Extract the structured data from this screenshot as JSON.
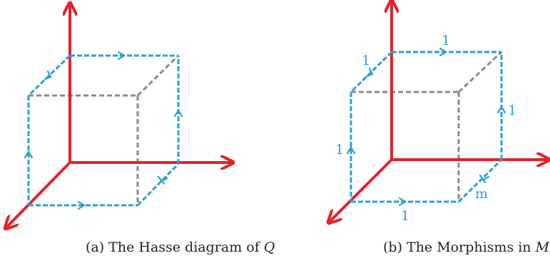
{
  "colors": {
    "axis": "#e5212a",
    "path": "#2b9fd8",
    "hidden_edge": "#8a8a8a",
    "label": "#2aa6d6"
  },
  "panels": [
    {
      "caption_prefix": "(a) The Hasse diagram of ",
      "caption_symbol": "Q",
      "edge_labels": []
    },
    {
      "caption_prefix": "(b) The Morphisms in ",
      "caption_symbol": "M",
      "edge_labels": [
        "1",
        "1",
        "1",
        "1",
        "1",
        "m"
      ]
    }
  ]
}
